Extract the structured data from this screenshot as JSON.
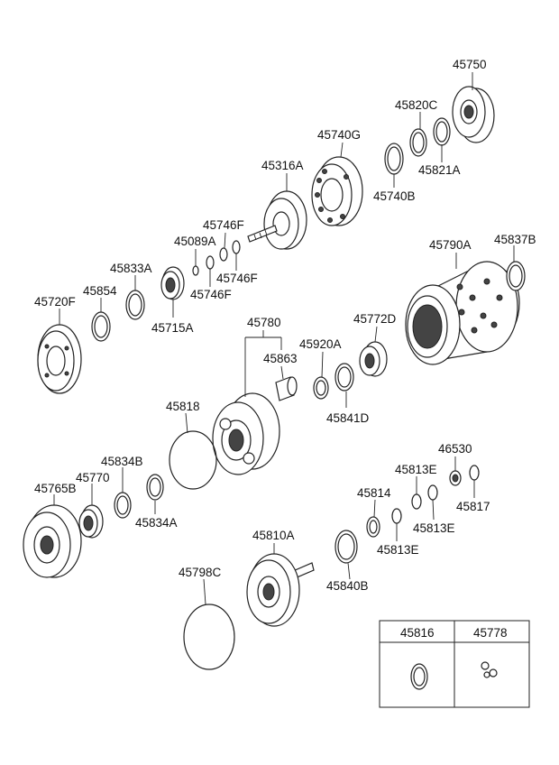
{
  "parts": {
    "p45750": "45750",
    "p45820C": "45820C",
    "p45821A": "45821A",
    "p45740G": "45740G",
    "p45740B": "45740B",
    "p45316A": "45316A",
    "p45746F_a": "45746F",
    "p45089A": "45089A",
    "p45746F_b": "45746F",
    "p45746F_c": "45746F",
    "p45833A": "45833A",
    "p45854": "45854",
    "p45720F": "45720F",
    "p45715A": "45715A",
    "p45790A": "45790A",
    "p45837B": "45837B",
    "p45780": "45780",
    "p45772D": "45772D",
    "p45920A": "45920A",
    "p45863": "45863",
    "p45841D": "45841D",
    "p45818": "45818",
    "p45834B": "45834B",
    "p45770": "45770",
    "p45765B": "45765B",
    "p45834A": "45834A",
    "p46530": "46530",
    "p45813E_a": "45813E",
    "p45814": "45814",
    "p45817": "45817",
    "p45813E_b": "45813E",
    "p45813E_c": "45813E",
    "p45810A": "45810A",
    "p45840B": "45840B",
    "p45798C": "45798C"
  },
  "inset": {
    "col1": "45816",
    "col2": "45778"
  }
}
